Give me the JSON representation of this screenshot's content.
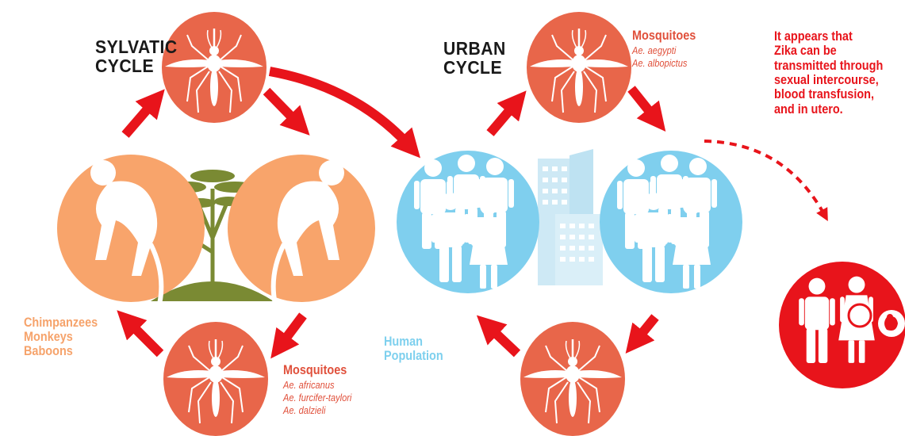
{
  "sylvatic": {
    "title": [
      "SYLVATIC",
      "CYCLE"
    ],
    "hosts": [
      "Chimpanzees",
      "Monkeys",
      "Baboons"
    ],
    "mosquitoes_title": "Mosquitoes",
    "mosquitoes_species": [
      "Ae. africanus",
      "Ae. furcifer-taylori",
      "Ae. dalzieli"
    ]
  },
  "urban": {
    "title": [
      "URBAN",
      "CYCLE"
    ],
    "mosquitoes_title": "Mosquitoes",
    "mosquitoes_species": [
      "Ae. aegypti",
      "Ae. albopictus"
    ],
    "human_label": [
      "Human",
      "Population"
    ]
  },
  "transmission_note": [
    "It appears that",
    "Zika can be",
    "transmitted through",
    "sexual intercourse,",
    "blood transfusion,",
    "and in utero."
  ],
  "colors": {
    "mosquito_circle": "#e8664a",
    "primate_circle": "#f8a46b",
    "human_circle": "#7fcfee",
    "arrow_red": "#e8141b",
    "tree_green": "#7a8a33",
    "city_blue": "#c9e7f5",
    "family_circle": "#e8141b"
  },
  "icons": [
    "mosquito-icon",
    "monkey-icon",
    "tree-icon",
    "people-icon",
    "city-icon",
    "family-icon",
    "fetus-icon"
  ]
}
